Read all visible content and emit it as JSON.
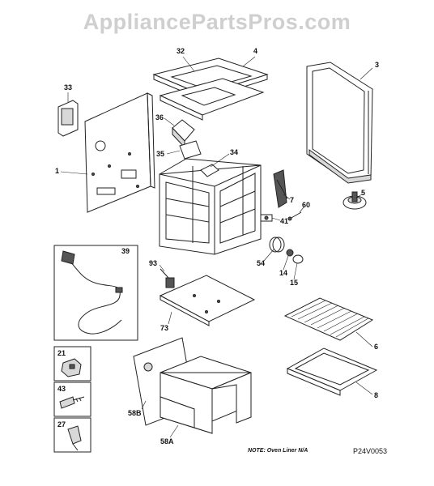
{
  "watermark": "AppliancePartsPros.com",
  "note": "NOTE: Oven Liner N/A",
  "diagram_code": "P24V0053",
  "callouts": {
    "c32": "32",
    "c4": "4",
    "c3": "3",
    "c33": "33",
    "c1": "1",
    "c36": "36",
    "c35": "35",
    "c34": "34",
    "c5": "5",
    "c7": "7",
    "c60": "60",
    "c41": "41",
    "c54": "54",
    "c14": "14",
    "c15": "15",
    "c39": "39",
    "c93": "93",
    "c73": "73",
    "c6": "6",
    "c21": "21",
    "c43": "43",
    "c27": "27",
    "c58b": "58B",
    "c58a": "58A",
    "c8": "8"
  }
}
